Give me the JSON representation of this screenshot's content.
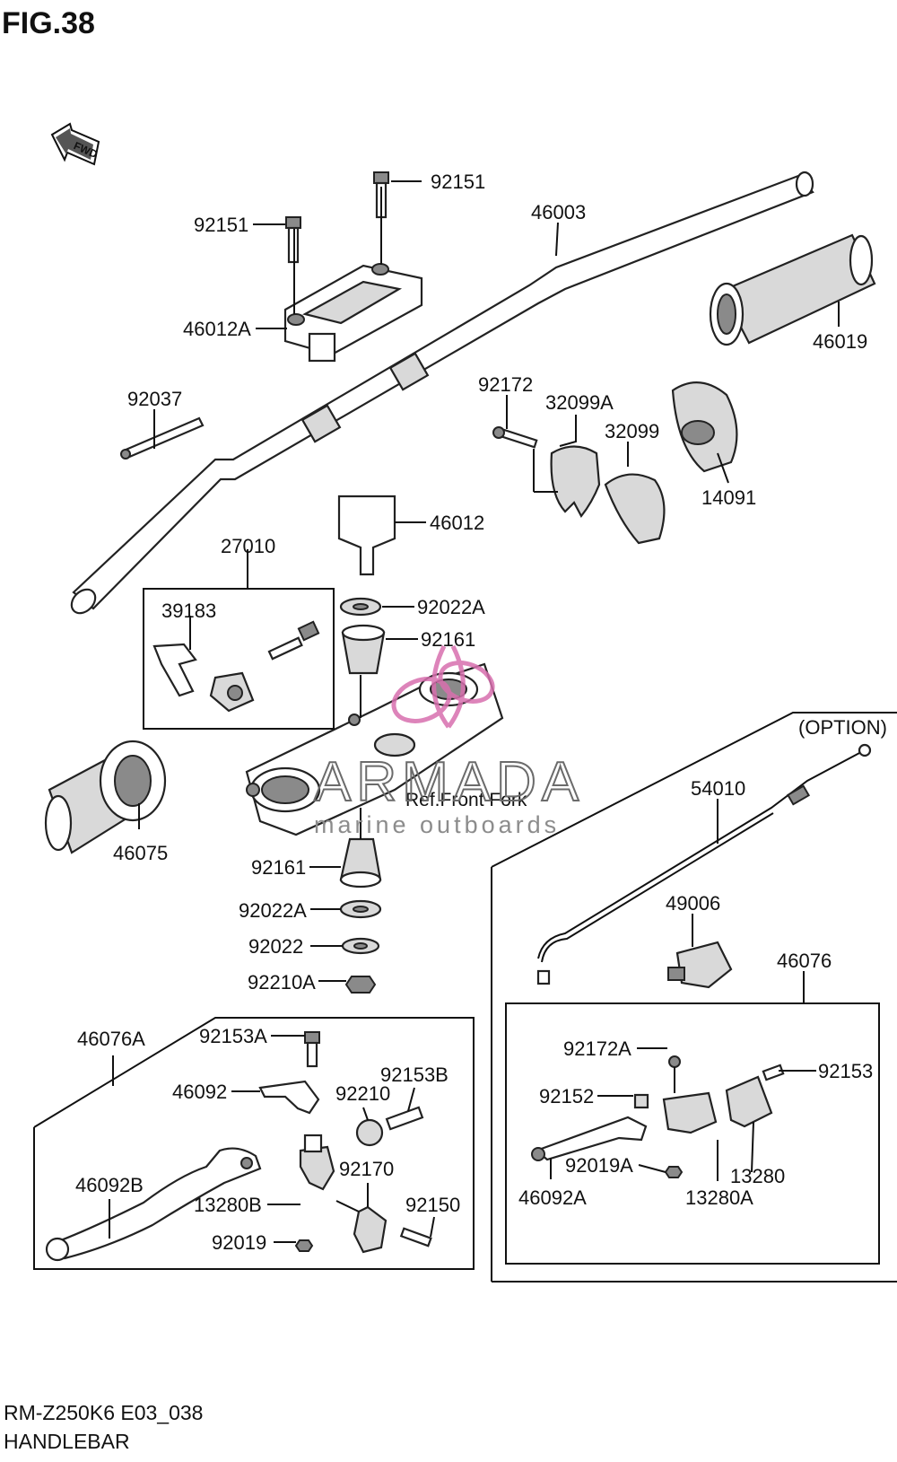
{
  "figure": {
    "title": "FIG.38",
    "option_label": "(OPTION)",
    "ref_note": "Ref.Front Fork",
    "footer_code": "RM-Z250K6 E03_038",
    "footer_name": "HANDLEBAR",
    "fwd_arrow": "FWD"
  },
  "watermark": {
    "brand": "ARMADA",
    "tagline": "marine outboards",
    "logo_color": "#d86fae"
  },
  "parts": {
    "p92151_right": "92151",
    "p92151_left": "92151",
    "p46003": "46003",
    "p46012A": "46012A",
    "p46019": "46019",
    "p92037": "92037",
    "p92172": "92172",
    "p32099A": "32099A",
    "p32099": "32099",
    "p14091": "14091",
    "p46012": "46012",
    "p27010": "27010",
    "p39183": "39183",
    "p92022A_top": "92022A",
    "p92161_top": "92161",
    "p46075": "46075",
    "p92161_bottom": "92161",
    "p92022A_bottom": "92022A",
    "p92022": "92022",
    "p92210A": "92210A",
    "p54010": "54010",
    "p49006": "49006",
    "p46076": "46076",
    "p46076A": "46076A",
    "p92153A": "92153A",
    "p46092": "46092",
    "p92210": "92210",
    "p92153B": "92153B",
    "p46092B": "46092B",
    "p92170": "92170",
    "p13280B": "13280B",
    "p92150": "92150",
    "p92019": "92019",
    "p92172A": "92172A",
    "p92153": "92153",
    "p92152": "92152",
    "p92019A": "92019A",
    "p13280": "13280",
    "p46092A": "46092A",
    "p13280A": "13280A"
  }
}
